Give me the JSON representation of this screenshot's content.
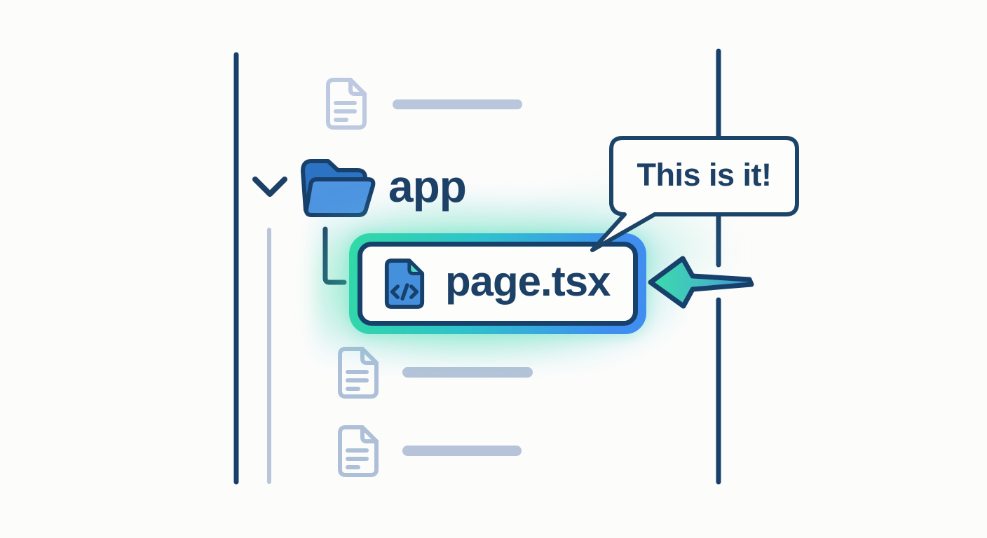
{
  "colors": {
    "background": "#fcfcfb",
    "navy_outline": "#18406a",
    "text_navy": "#1d4166",
    "muted_steel_blue": "#b3c3dc",
    "folder_back_blue": "#2d73c4",
    "folder_front_blue": "#4e94e0",
    "code_file_blue": "#4590dc",
    "code_file_fold_teal": "#52d9c7",
    "highlight_ring_teal": "#31d9a6",
    "highlight_ring_blue": "#3f8ef0",
    "glow_teal": "#38d9a9",
    "arrow_fill_left": "#3bdcab",
    "arrow_fill_right": "#3e8fd6"
  },
  "tree": {
    "placeholder_rows": [
      {
        "id": "top",
        "icon": "document-icon"
      },
      {
        "id": "bottom-1",
        "icon": "document-icon"
      },
      {
        "id": "bottom-2",
        "icon": "document-icon"
      }
    ],
    "folder": {
      "label": "app",
      "state": "expanded",
      "icon": "open-folder-icon"
    },
    "file": {
      "label": "page.tsx",
      "icon": "code-file-icon",
      "highlighted": true
    }
  },
  "callout": {
    "text": "This is it!",
    "shape": "speech-bubble"
  },
  "arrow": {
    "direction": "left",
    "points_at": "page.tsx"
  }
}
